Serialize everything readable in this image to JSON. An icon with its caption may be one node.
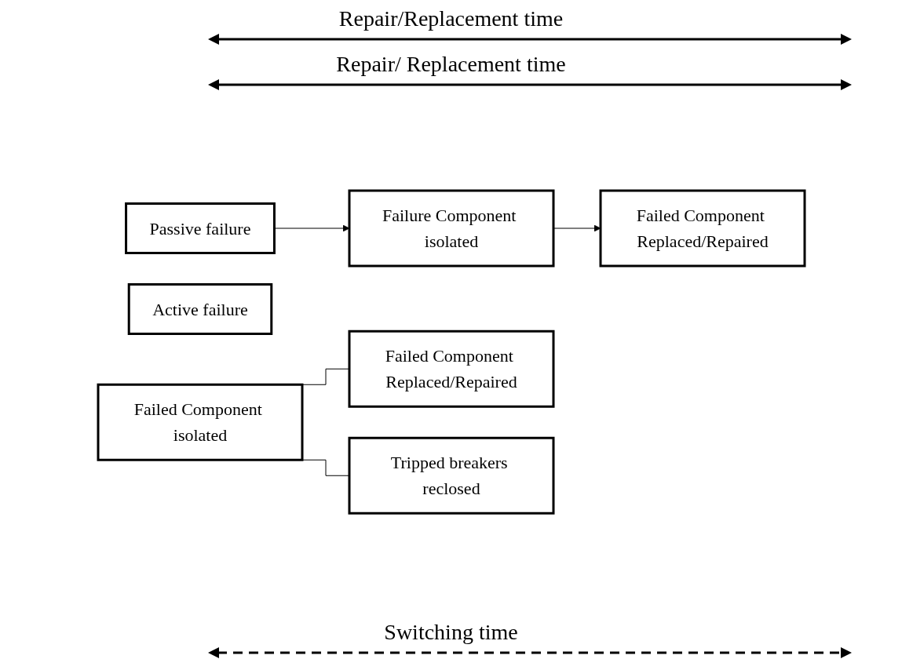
{
  "diagram": {
    "nodes": [
      {
        "text": [
          "Passive failure"
        ]
      },
      {
        "text": [
          "Failure Component isolated"
        ]
      },
      {
        "text": [
          "Failed Component Replaced/Repaired"
        ]
      },
      {
        "text": [
          "Active failure"
        ]
      },
      {
        "text": [
          "Failed Component isolated"
        ]
      },
      {
        "text": [
          "Failed Component Replaced/Repaired"
        ]
      },
      {
        "text": [
          "Tripped breakers reclosed"
        ]
      }
    ],
    "edges": [
      {
        "from": 0,
        "to": 1,
        "arrow": "to"
      },
      {
        "from": 1,
        "to": 2,
        "arrow": "to"
      },
      {
        "from": 4,
        "to": 5,
        "arrow": "none"
      },
      {
        "from": 4,
        "to": 6,
        "arrow": "none"
      }
    ],
    "labels": [
      "Repair/Replacement time",
      "Repair/ Replacement time",
      "Switching time"
    ]
  }
}
